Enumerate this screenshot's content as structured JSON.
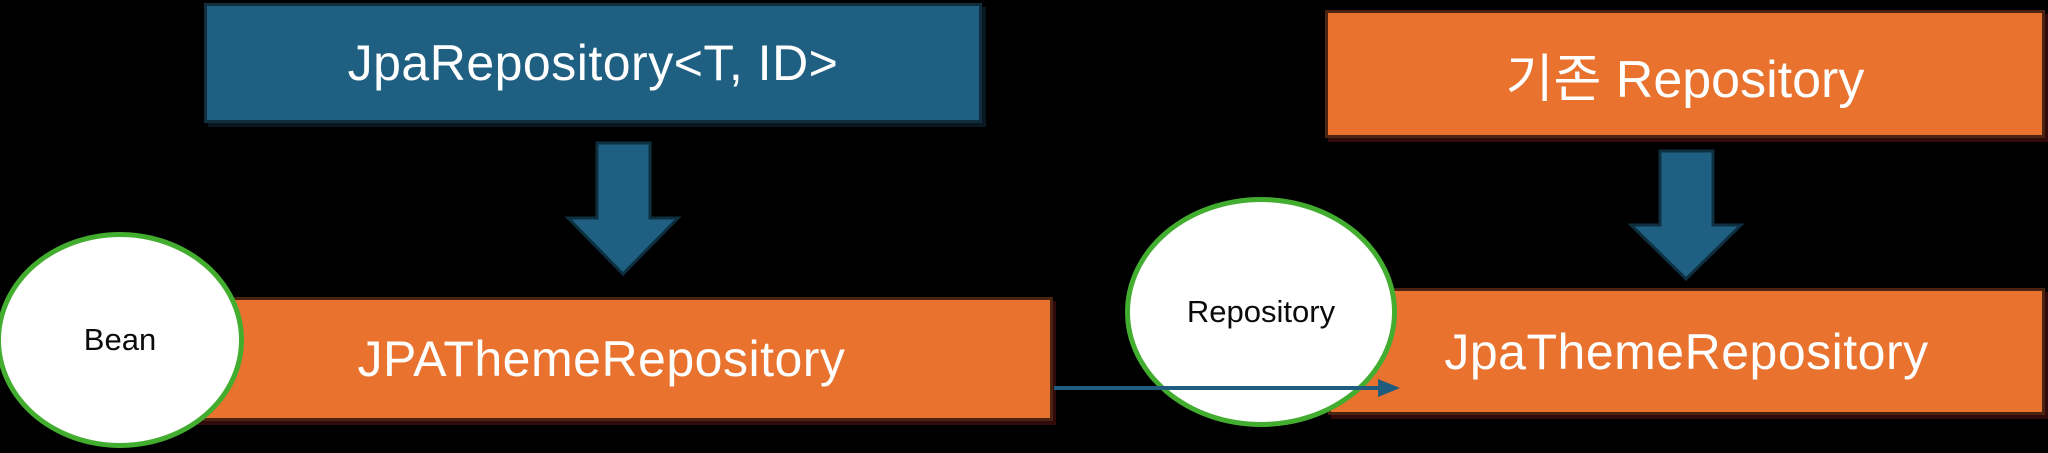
{
  "diagram": {
    "top_left_box": {
      "label": "JpaRepository<T, ID>"
    },
    "top_right_box": {
      "label": "기존 Repository"
    },
    "bottom_left_box": {
      "label": "JPAThemeRepository"
    },
    "bottom_right_box": {
      "label": "JpaThemeRepository"
    },
    "bean_badge": {
      "label": "Bean"
    },
    "repository_badge": {
      "label": "Repository"
    }
  },
  "colors": {
    "background": "#000000",
    "teal_fill": "#1F6082",
    "teal_border": "#112E3E",
    "orange_fill": "#E8722E",
    "orange_border": "#4A2410",
    "green_ring": "#42AD2F",
    "connector_arrow": "#1F5C7E",
    "text_on_color": "#FFFFFF",
    "text_dark": "#0B0B0B"
  }
}
